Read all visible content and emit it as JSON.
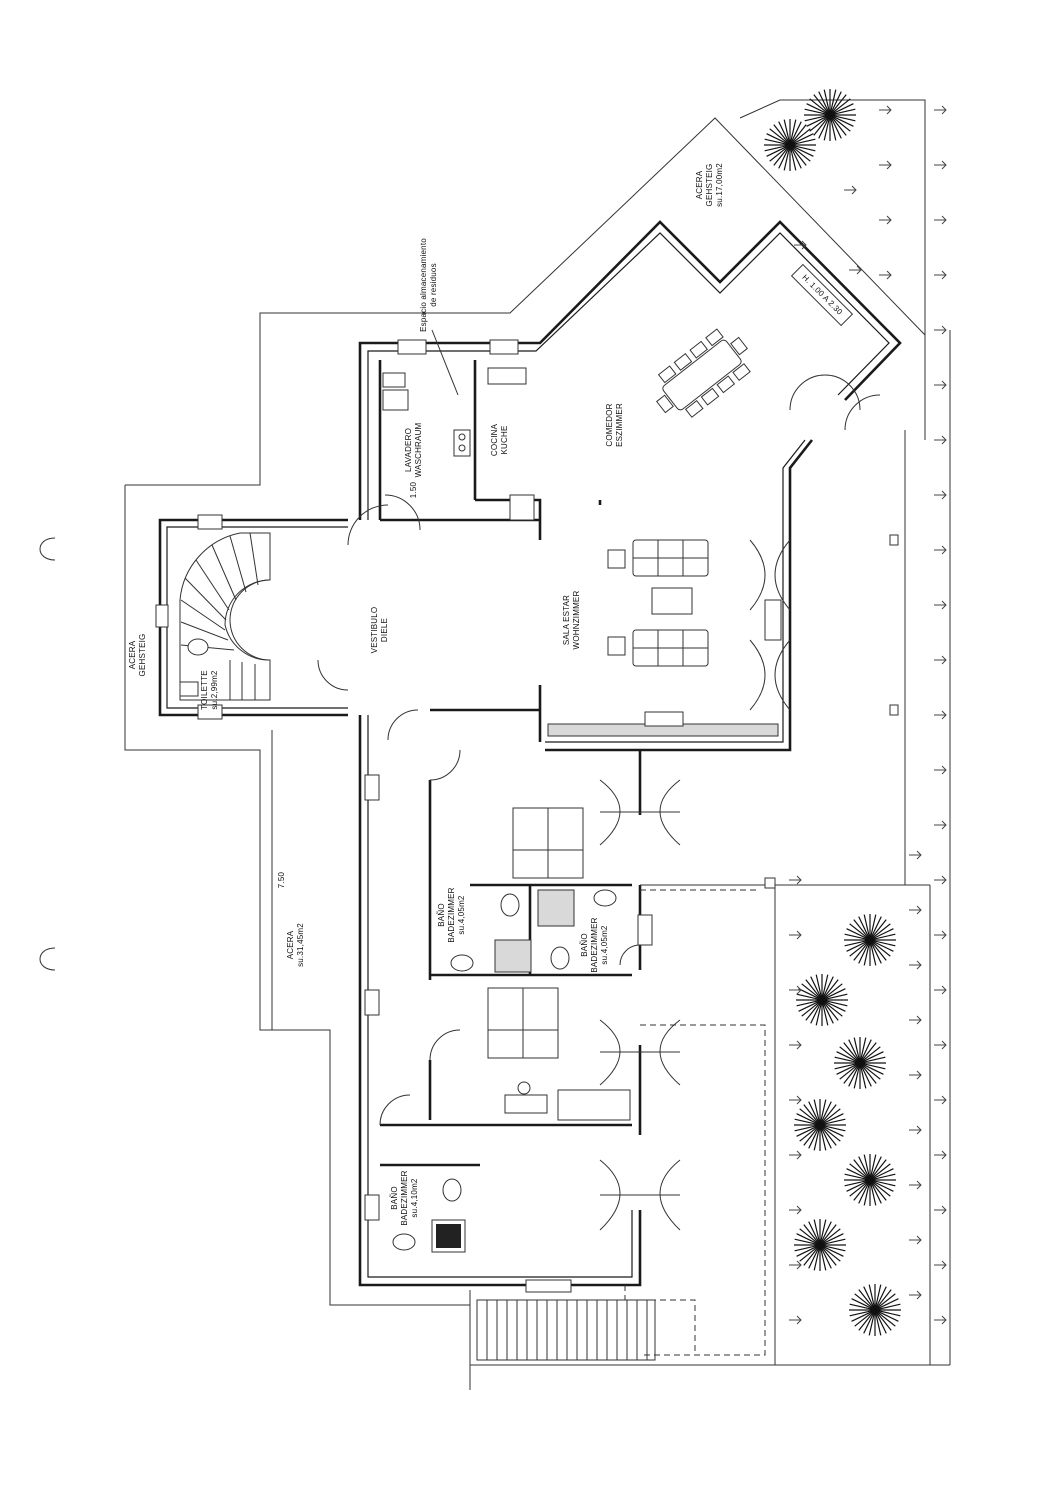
{
  "plan": {
    "rooms": {
      "acera_top": {
        "name": "ACERA",
        "sub": "GEHSTEIG",
        "area": "su.17,00m2"
      },
      "acera_left": {
        "name": "ACERA",
        "sub": "GEHSTEIG"
      },
      "acera_bottom": {
        "name": "ACERA",
        "area": "su.31,45m2"
      },
      "storage": {
        "line1": "Espacio almacenamiento",
        "line2": "de residuos"
      },
      "lavadero": {
        "name": "LAVADERO",
        "sub": "WASCHRAUM"
      },
      "cocina": {
        "name": "COCINA",
        "sub": "KUCHE"
      },
      "comedor": {
        "name": "COMEDOR",
        "sub": "ESZIMMER"
      },
      "vestibulo": {
        "name": "VESTIBULO",
        "sub": "DIELE"
      },
      "sala": {
        "name": "SALA ESTAR",
        "sub": "WOHNZIMMER"
      },
      "toilette": {
        "name": "TOILETTE",
        "area": "su.2,99m2"
      },
      "bano1": {
        "name": "BAÑO",
        "sub": "BADEZIMMER",
        "area": "su.4,05m2"
      },
      "bano2": {
        "name": "BAÑO",
        "sub": "BADEZIMMER",
        "area": "su.4,05m2"
      },
      "bano3": {
        "name": "BAÑO",
        "sub": "BADEZIMMER",
        "area": "su.4,10m2"
      }
    },
    "dimensions": {
      "dim_150": "1.50",
      "dim_750": "7.50",
      "height_note": "H. 1.00 A 2.30"
    },
    "colors": {
      "line": "#1a1a1a",
      "paper": "#ffffff",
      "hatch": "#d9d9d9"
    },
    "icons": [
      "plant-icon",
      "arrow-icon"
    ]
  }
}
